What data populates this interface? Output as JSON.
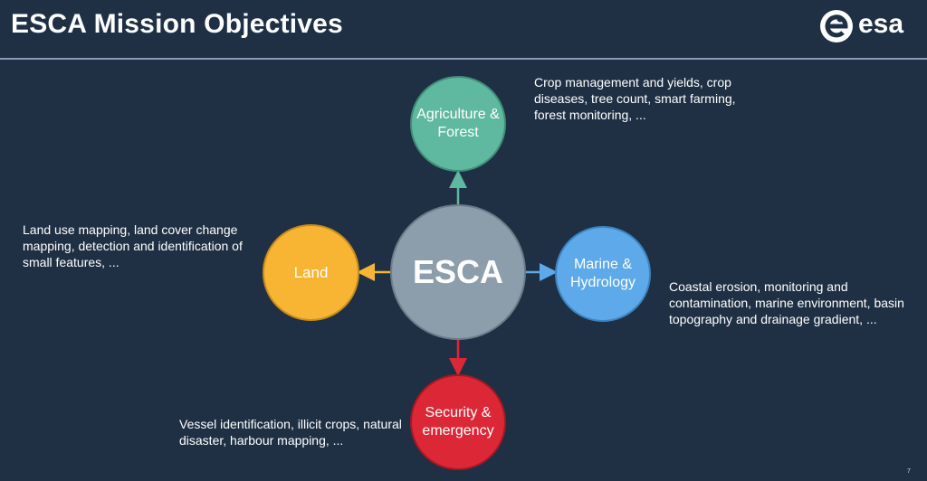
{
  "title": "ESCA Mission Objectives",
  "logo_text": "esa",
  "page_number": "7",
  "center": {
    "label": "ESCA"
  },
  "nodes": {
    "agriculture": {
      "label_line1": "Agriculture &",
      "label_line2": "Forest",
      "description": "Crop management and yields, crop diseases, tree count, smart farming, forest monitoring, ..."
    },
    "land": {
      "label": "Land",
      "description": "Land use mapping, land cover change mapping, detection and identification of small features, ..."
    },
    "marine": {
      "label_line1": "Marine &",
      "label_line2": "Hydrology",
      "description": "Coastal erosion, monitoring and contamination, marine environment, basin topography and drainage gradient, ..."
    },
    "security": {
      "label_line1": "Security &",
      "label_line2": "emergency",
      "description": "Vessel identification, illicit crops, natural disaster, harbour mapping, ..."
    }
  },
  "colors": {
    "background": "#1f3044",
    "center": "#8c9dab",
    "agriculture": "#5fb8a0",
    "land": "#f7b533",
    "marine": "#5da9e9",
    "security": "#dc2836"
  }
}
